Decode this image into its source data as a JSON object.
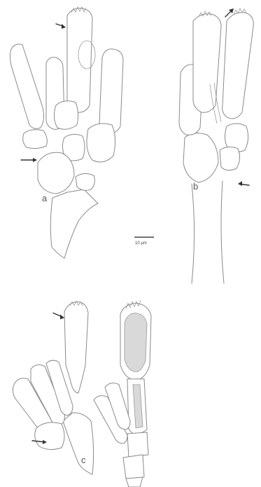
{
  "figure": {
    "panels": [
      {
        "label": "a"
      },
      {
        "label": "b"
      },
      {
        "label": "c"
      }
    ],
    "scale_bar": {
      "label": "10 μm"
    }
  }
}
